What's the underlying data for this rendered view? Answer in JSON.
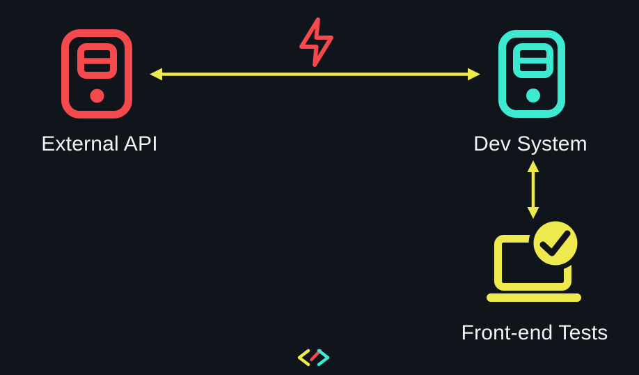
{
  "diagram": {
    "background_color": "#10141b",
    "text_color": "#f2f3f5",
    "nodes": {
      "external_api": {
        "label": "External API",
        "icon": "server-icon",
        "color": "#f4494d"
      },
      "dev_system": {
        "label": "Dev System",
        "icon": "server-icon",
        "color": "#3ee9d1"
      },
      "front_end_tests": {
        "label": "Front-end Tests",
        "icon": "laptop-check-icon",
        "color": "#eee94f"
      }
    },
    "connectors": {
      "api_dev": {
        "type": "double-headed-arrow",
        "orientation": "horizontal",
        "color": "#eee94f",
        "annotation_icon": "lightning-bolt-icon",
        "annotation_color": "#f4494d"
      },
      "dev_tests": {
        "type": "double-headed-arrow",
        "orientation": "vertical",
        "color": "#eee94f"
      }
    },
    "watermark": {
      "icon": "code-brackets-logo-icon",
      "left_bracket_color": "#eee94f",
      "slash_color": "#f4494d",
      "right_bracket_color": "#3ee9d1"
    }
  }
}
